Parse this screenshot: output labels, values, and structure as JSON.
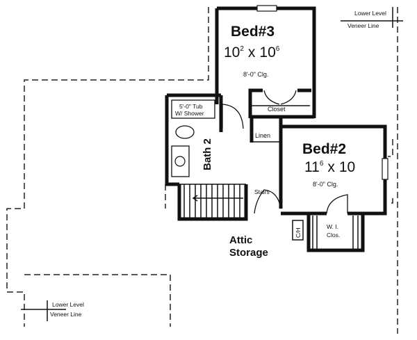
{
  "rooms": {
    "bed3": {
      "name": "Bed#3",
      "dim_a": "10",
      "dim_a_sup": "2",
      "dim_x": "x",
      "dim_b": "10",
      "dim_b_sup": "6",
      "ceiling": "8'-0\" Clg."
    },
    "bed2": {
      "name": "Bed#2",
      "dim_a": "11",
      "dim_a_sup": "6",
      "dim_x": "x",
      "dim_b": "10",
      "ceiling": "8'-0\" Clg."
    },
    "closet": "Closet",
    "tub_line1": "5'-0\" Tub",
    "tub_line2": "W/ Shower",
    "bath": "Bath 2",
    "linen": "Linen",
    "stairs": "Stairs",
    "ch": "C/H",
    "wic_line1": "W. I.",
    "wic_line2": "Clos.",
    "attic_line1": "Attic",
    "attic_line2": "Storage"
  },
  "notes": {
    "veneer_top_line1": "Lower Level",
    "veneer_top_line2": "Veneer Line",
    "veneer_bottom_line1": "Lower Level",
    "veneer_bottom_line2": "Veneer Line"
  }
}
